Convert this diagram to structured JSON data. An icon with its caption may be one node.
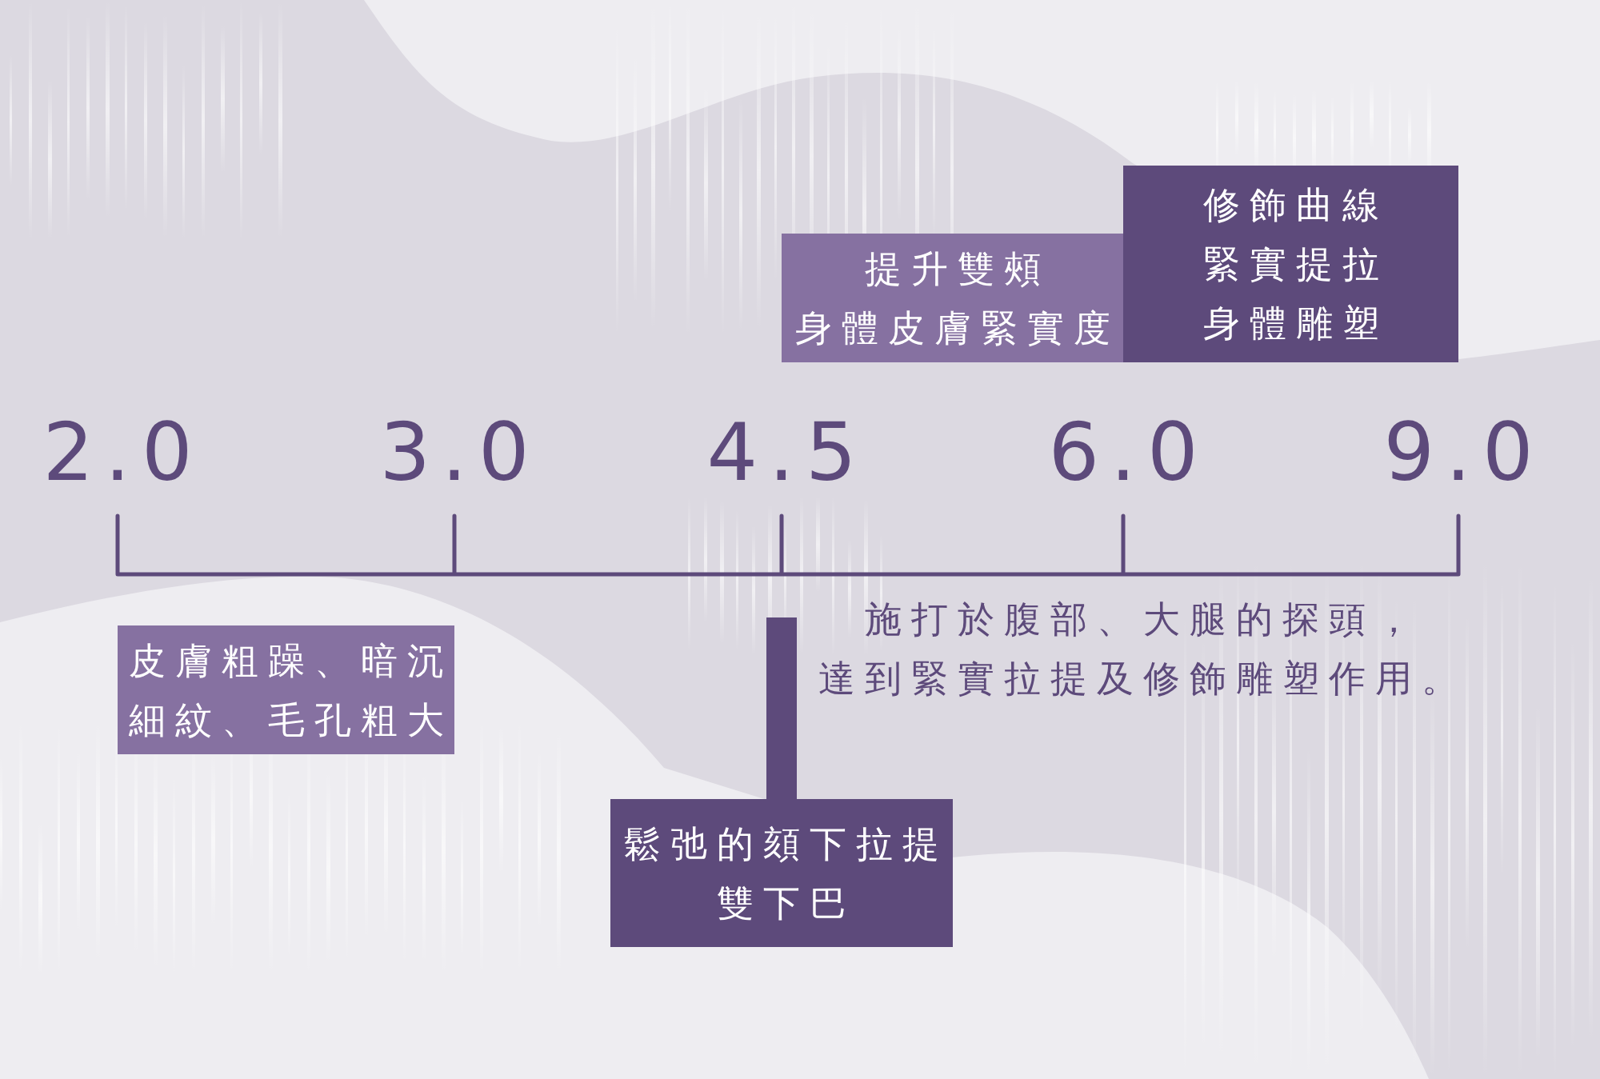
{
  "diagram": {
    "nodes": [
      {
        "text": [
          "提升雙頰",
          "身體皮膚緊實度"
        ]
      },
      {
        "text": [
          "修飾曲線",
          "緊實提拉",
          "身體雕塑"
        ]
      },
      {
        "text": [
          "皮膚粗躁、暗沉",
          "細紋、毛孔粗大"
        ]
      },
      {
        "text": [
          "鬆弛的頦下拉提",
          "雙下巴"
        ]
      }
    ],
    "edges": [
      {
        "from": null,
        "to": 3,
        "arrow": "none"
      }
    ],
    "labels": [
      "2.0",
      "3.0",
      "4.5",
      "6.0",
      "9.0",
      "施打於腹部、大腿的探頭，達到緊實拉提及修飾雕塑作用。"
    ]
  }
}
